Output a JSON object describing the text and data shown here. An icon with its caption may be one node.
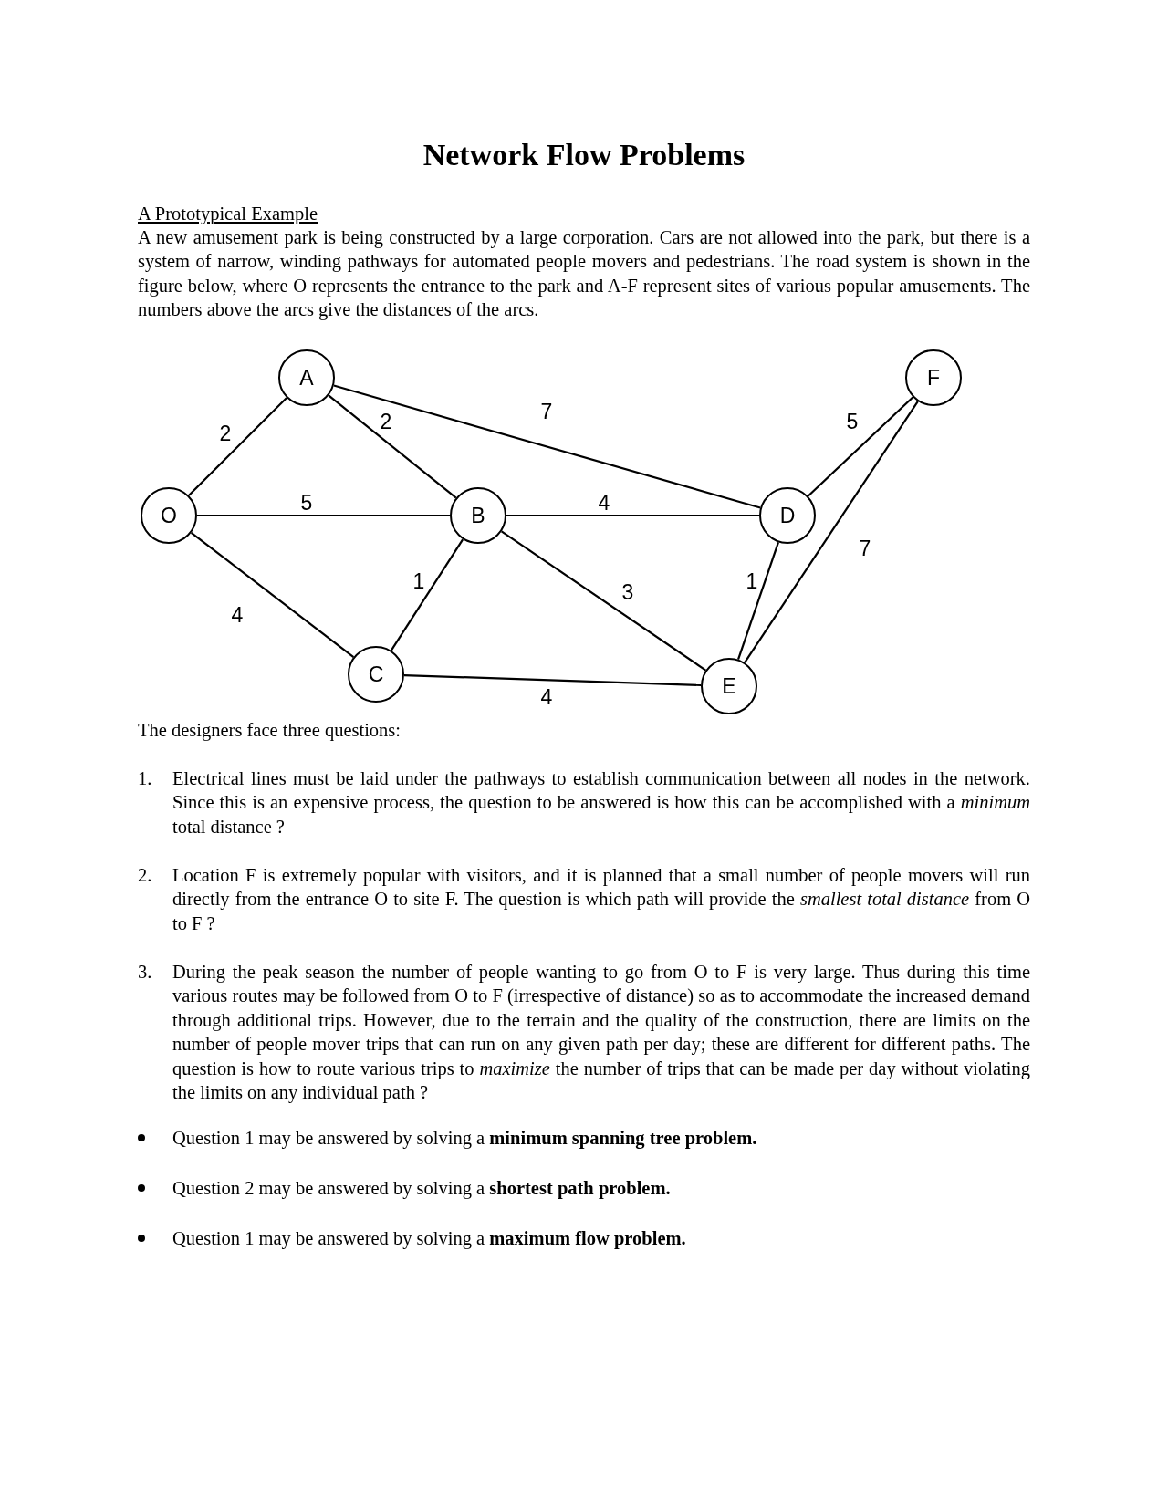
{
  "diagram": {
    "title": "Network Flow Problems",
    "nodes": [
      {
        "text": [
          "O"
        ]
      },
      {
        "text": [
          "A"
        ]
      },
      {
        "text": [
          "B"
        ]
      },
      {
        "text": [
          "C"
        ]
      },
      {
        "text": [
          "D"
        ]
      },
      {
        "text": [
          "E"
        ]
      },
      {
        "text": [
          "F"
        ]
      }
    ],
    "edges": [
      {
        "from": 0,
        "to": 1,
        "arrow": "none",
        "label": "2"
      },
      {
        "from": 1,
        "to": 2,
        "arrow": "none",
        "label": "2"
      },
      {
        "from": 1,
        "to": 4,
        "arrow": "none",
        "label": "7"
      },
      {
        "from": 0,
        "to": 2,
        "arrow": "none",
        "label": "5"
      },
      {
        "from": 2,
        "to": 4,
        "arrow": "none",
        "label": "4"
      },
      {
        "from": 4,
        "to": 6,
        "arrow": "none",
        "label": "5"
      },
      {
        "from": 6,
        "to": 5,
        "arrow": "none",
        "label": "7"
      },
      {
        "from": 0,
        "to": 3,
        "arrow": "none",
        "label": "4"
      },
      {
        "from": 2,
        "to": 3,
        "arrow": "none",
        "label": "1"
      },
      {
        "from": 2,
        "to": 5,
        "arrow": "none",
        "label": "3"
      },
      {
        "from": 4,
        "to": 5,
        "arrow": "none",
        "label": "1"
      },
      {
        "from": 3,
        "to": 5,
        "arrow": "none",
        "label": "4"
      }
    ],
    "labels": [
      "A Prototypical Example",
      "A new amusement park is being constructed by a large corporation.  Cars are not allowed into the park, but there is a system of narrow, winding pathways for automated people movers and pedestrians.  The road system is shown in the figure below, where O represents the entrance to the park and A-F represent sites of various popular amusements.  The numbers above the arcs give the distances of the arcs.",
      "The designers face three questions:",
      "1.",
      "Electrical lines must be laid under the pathways to establish communication between all nodes in the network.  Since this is an expensive process, the question to be answered is how this can be accomplished with a *minimum* total distance ?",
      "2.",
      "Location F is extremely popular with visitors, and it is planned that a small number of people movers will run directly from the entrance O to site F.  The question is which path will provide the *smallest total distance* from O to F ?",
      "3.",
      "During the peak season the number of people wanting to go from O to F is very large.  Thus during this time various routes may be followed from O to F (irrespective of distance) so as to accommodate the increased demand through additional trips. However, due to the terrain and the quality of the construction, there are limits on the number of people mover trips that can run on any given path per day; these are different for different paths.  The question is how to route various trips to *maximize* the number of trips that can be made per day without violating the limits on any individual path ?",
      "Question 1 may be answered by solving a **minimum spanning tree problem.**",
      "Question 2 may be answered by solving a **shortest path problem.**",
      "Question 1 may be answered by solving a **maximum flow problem.**"
    ]
  }
}
